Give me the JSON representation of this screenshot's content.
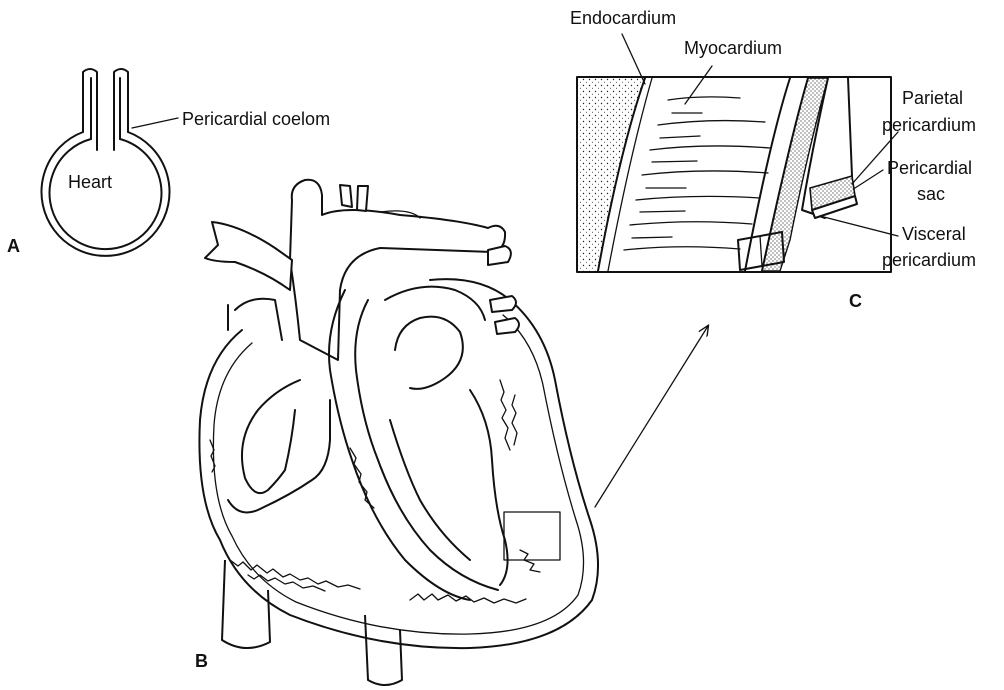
{
  "panel_a": {
    "letter": "A",
    "heart_label": "Heart",
    "coelom_label": "Pericardial coelom"
  },
  "panel_b": {
    "letter": "B"
  },
  "panel_c": {
    "letter": "C",
    "endocardium_label": "Endocardium",
    "myocardium_label": "Myocardium",
    "parietal_label": [
      "Parietal",
      "pericardium"
    ],
    "sac_label": [
      "Pericardial",
      "sac"
    ],
    "visceral_label": [
      "Visceral",
      "pericardium"
    ]
  }
}
